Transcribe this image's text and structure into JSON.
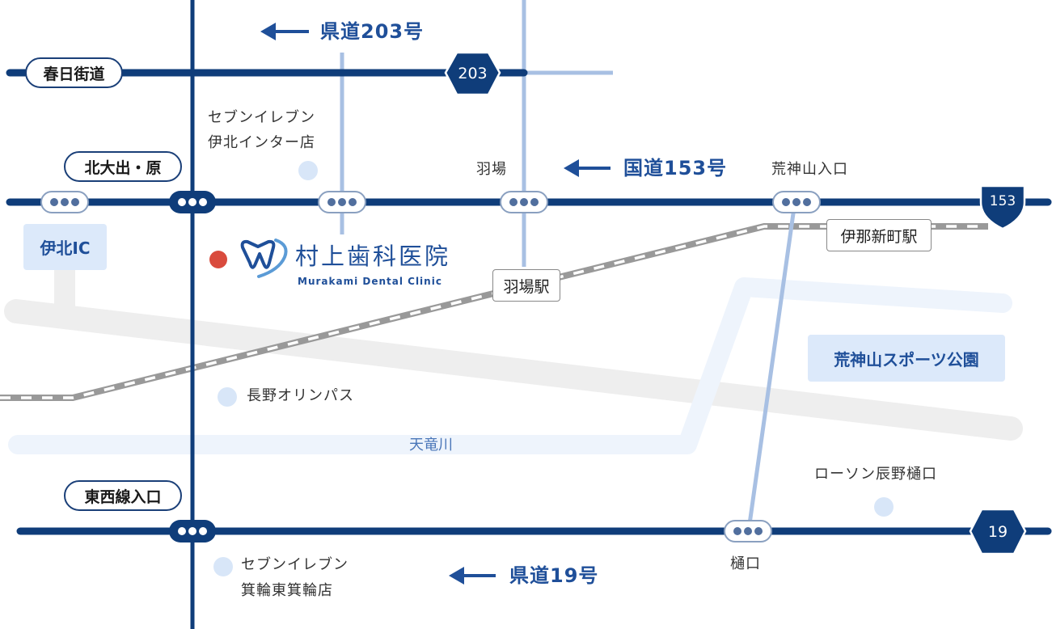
{
  "roads": {
    "kasuga_kaido": "春日街道",
    "kendo203": "県道203号",
    "kokudo153": "国道153号",
    "kendo19": "県道19号",
    "route203_num": "203",
    "route153_num": "153",
    "route19_num": "19"
  },
  "intersections": {
    "kitaoide_hara": "北大出・原",
    "tozaisen_iriguchi": "東西線入口"
  },
  "places": {
    "seven_inakita_line1": "セブンイレブン",
    "seven_inakita_line2": "伊北インター店",
    "haba": "羽場",
    "kojinyama_iriguchi": "荒神山入口",
    "inakita_ic": "伊北IC",
    "nagano_olympus": "長野オリンパス",
    "lawson": "ローソン辰野樋口",
    "hikuchi": "樋口",
    "seven_minowa_line1": "セブンイレブン",
    "seven_minowa_line2": "箕輪東箕輪店",
    "park": "荒神山スポーツ公園",
    "river": "天竜川"
  },
  "stations": {
    "haba_eki": "羽場駅",
    "inashinmachi_eki": "伊那新町駅"
  },
  "clinic": {
    "name": "村上歯科医院",
    "name_en": "Murakami Dental Clinic"
  },
  "colors": {
    "main_road": "#0f3d7a",
    "minor_road": "#a8c0e3",
    "river": "#eef4fc",
    "background_road": "#eeeeee",
    "clinic_marker": "#d94b3d",
    "landmark_dot": "#d8e6f8"
  }
}
